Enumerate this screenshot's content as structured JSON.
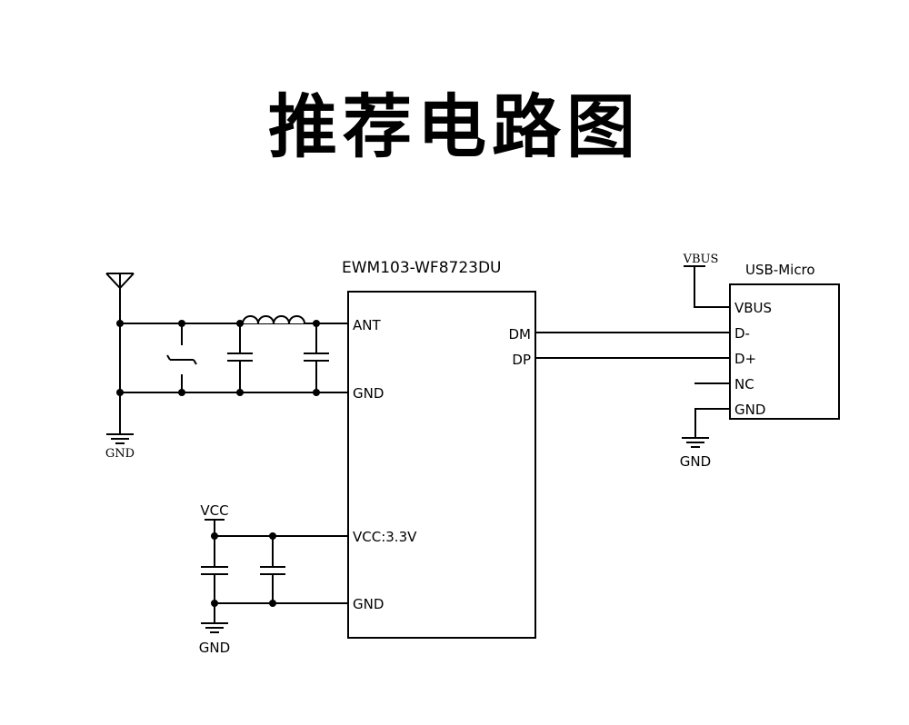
{
  "title": "推荐电路图",
  "module": {
    "name": "EWM103-WF8723DU",
    "pins_left": [
      "ANT",
      "GND",
      "VCC:3.3V",
      "GND"
    ],
    "pins_right": [
      "DM",
      "DP"
    ]
  },
  "usb_connector": {
    "name": "USB-Micro",
    "pins": [
      "VBUS",
      "D-",
      "D+",
      "NC",
      "GND"
    ]
  },
  "labels": {
    "antenna_gnd": "GND",
    "vcc": "VCC",
    "power_gnd": "GND",
    "vbus": "VBUS",
    "usb_gnd": "GND"
  }
}
